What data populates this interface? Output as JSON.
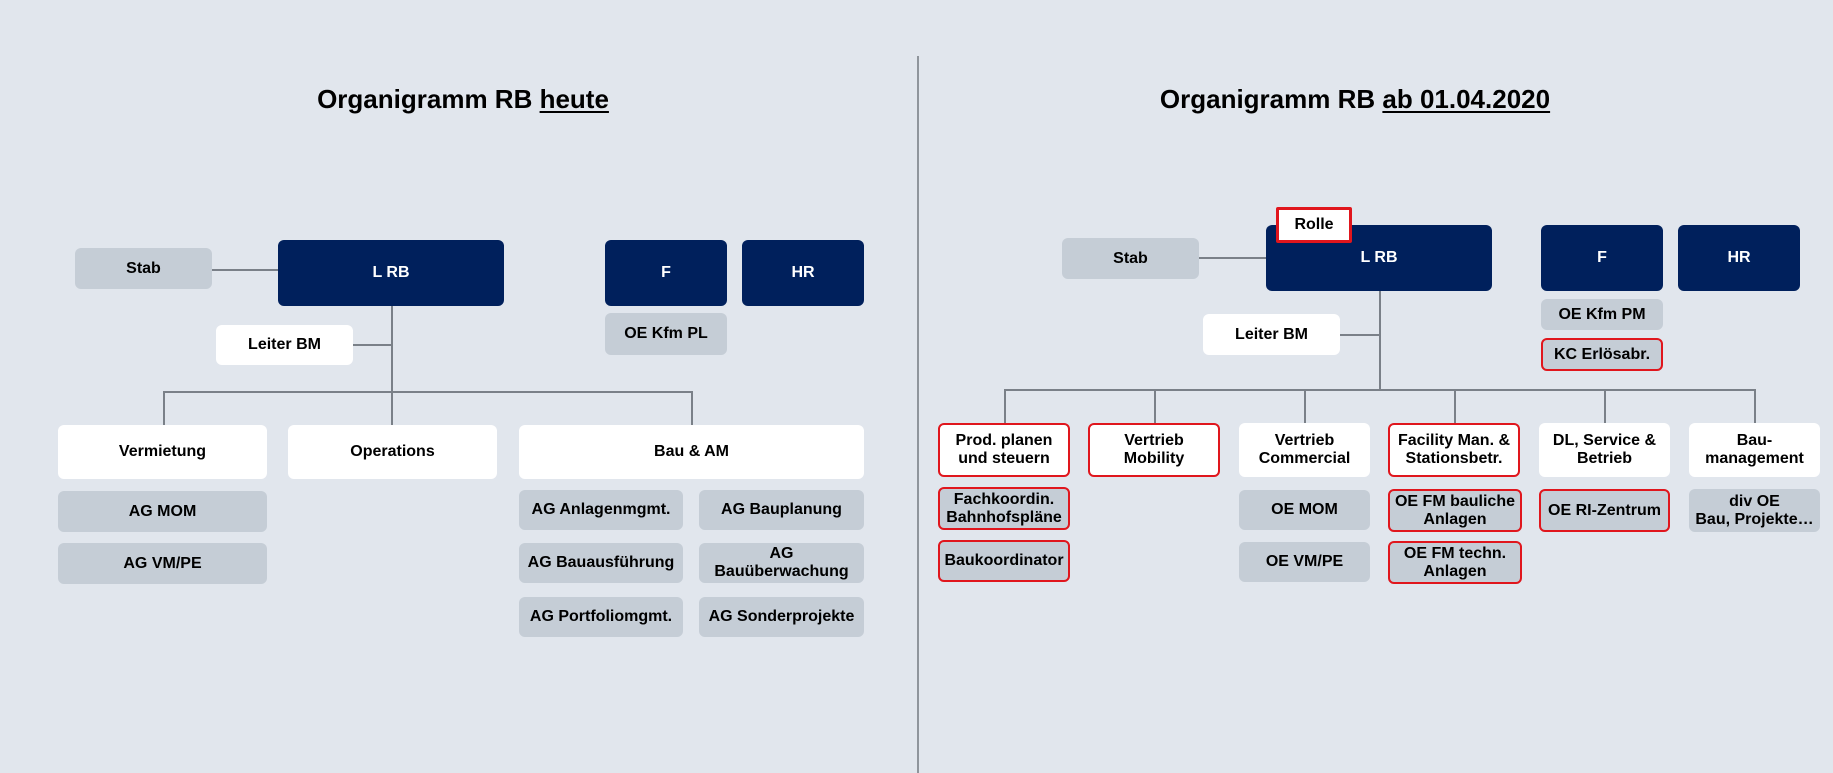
{
  "left": {
    "title_prefix": "Organigramm RB ",
    "title_underlined": "heute",
    "stab": "Stab",
    "lrb": "L RB",
    "f": "F",
    "hr": "HR",
    "oe_kfm_pl": "OE Kfm PL",
    "leiter_bm": "Leiter BM",
    "vermietung": "Vermietung",
    "operations": "Operations",
    "bau_am": "Bau & AM",
    "ag_mom": "AG MOM",
    "ag_vmpe": "AG VM/PE",
    "ag_anlagenmgmt": "AG Anlagenmgmt.",
    "ag_bauplanung": "AG Bauplanung",
    "ag_bauausfuehrung": "AG Bauausführung",
    "ag_bauueberwachung": "AG\nBauüberwachung",
    "ag_portfoliomgmt": "AG Portfoliomgmt.",
    "ag_sonderprojekte": "AG Sonderprojekte"
  },
  "right": {
    "title_prefix": "Organigramm RB ",
    "title_underlined": "ab 01.04.2020",
    "rolle": "Rolle",
    "stab": "Stab",
    "lrb": "L RB",
    "f": "F",
    "hr": "HR",
    "oe_kfm_pm": "OE Kfm PM",
    "kc_erloesabr": "KC Erlösabr.",
    "leiter_bm": "Leiter BM",
    "prod_planen": "Prod. planen\nund steuern",
    "vertrieb_mobility": "Vertrieb\nMobility",
    "vertrieb_commercial": "Vertrieb\nCommercial",
    "facility_man": "Facility Man. &\nStationsbetr.",
    "dl_service": "DL, Service &\nBetrieb",
    "bau_management": "Bau-\nmanagement",
    "fachkoordin": "Fachkoordin.\nBahnhofspläne",
    "baukoordinator": "Baukoordinator",
    "oe_mom": "OE MOM",
    "oe_vmpe": "OE VM/PE",
    "oe_fm_bauliche": "OE FM bauliche\nAnlagen",
    "oe_fm_techn": "OE FM techn.\nAnlagen",
    "oe_ri_zentrum": "OE RI-Zentrum",
    "div_oe": "div OE\nBau, Projekte…"
  },
  "colors": {
    "navy": "#00205c",
    "grey_box": "#c5cdd6",
    "background": "#e1e6ed",
    "highlight_red": "#e0161d"
  }
}
